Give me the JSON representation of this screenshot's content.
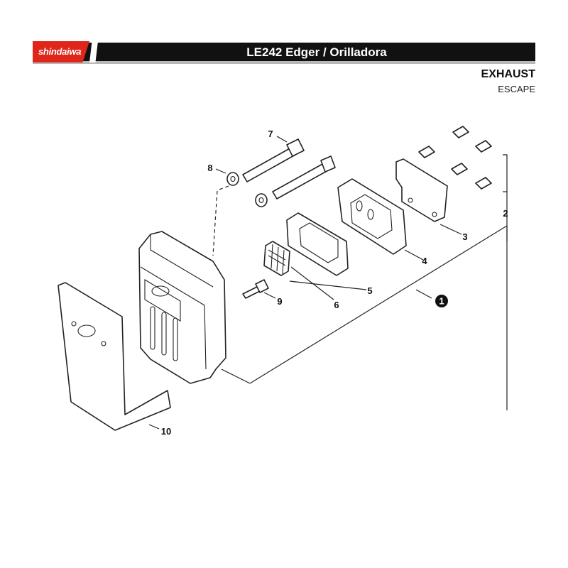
{
  "header": {
    "brand": "shindaiwa",
    "title": "LE242 Edger / Orilladora"
  },
  "section": {
    "title": "EXHAUST",
    "subtitle": "ESCAPE"
  },
  "callouts": [
    {
      "id": "1",
      "label": "1",
      "style": "filled-circle"
    },
    {
      "id": "2",
      "label": "2"
    },
    {
      "id": "3",
      "label": "3"
    },
    {
      "id": "4",
      "label": "4"
    },
    {
      "id": "5",
      "label": "5"
    },
    {
      "id": "6",
      "label": "6"
    },
    {
      "id": "7",
      "label": "7"
    },
    {
      "id": "8",
      "label": "8"
    },
    {
      "id": "9",
      "label": "9"
    },
    {
      "id": "10",
      "label": "10"
    }
  ],
  "colors": {
    "brand_red": "#e0261b",
    "header_black": "#111111",
    "header_shadow": "#b8b8b8",
    "line": "#222222"
  }
}
